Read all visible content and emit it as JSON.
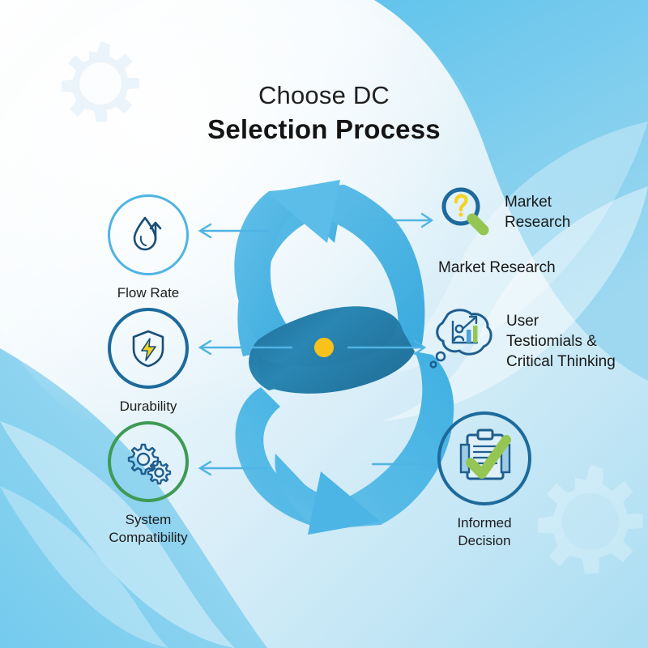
{
  "title": {
    "line1": "Choose DC",
    "line2": "Selection Process"
  },
  "colors": {
    "accent_blue": "#4FB4E4",
    "deep_blue": "#1D6A9C",
    "ribbon_light": "#55B9E6",
    "ribbon_dark": "#2782AE",
    "center_dot": "#F9C21B",
    "green": "#3E9A54",
    "icon_green": "#95C653",
    "yellow": "#F5D323",
    "background_blue": "#8FD2EF"
  },
  "center": {
    "name": "spiral-process-arrow",
    "dot_color": "#F9C21B"
  },
  "left_items": [
    {
      "key": "flow-rate",
      "label": "Flow Rate",
      "icon": "water-droplet-arrow-icon",
      "ring_color": "#4FB4E4"
    },
    {
      "key": "durability",
      "label": "Durability",
      "icon": "shield-lightning-icon",
      "ring_color": "#1D6A9C"
    },
    {
      "key": "system-compatibility",
      "label": "System\nCompatibility",
      "icon": "gears-icon",
      "ring_color": "#3E9A54"
    }
  ],
  "right_items": [
    {
      "key": "market-research",
      "label": "Market\nResearch",
      "icon": "magnifier-question-icon",
      "ring_color": "none"
    },
    {
      "key": "user-testimonials",
      "label": "User\nTestiomials &\nCritical Thinking",
      "icon": "thought-bubble-chart-icon",
      "ring_color": "none"
    },
    {
      "key": "informed-decision",
      "label": "Informed\nDecision",
      "icon": "clipboard-checkmark-icon",
      "ring_color": "#1D6A9C"
    }
  ],
  "captions": {
    "market_research_sub": "Market Research"
  },
  "arrows": {
    "left_direction": "left",
    "right_direction": "right",
    "color": "#4FB4E4",
    "count": 6
  },
  "decorations": {
    "gear_top_left": "gear-watermark",
    "gear_bottom_right": "gear-watermark"
  }
}
